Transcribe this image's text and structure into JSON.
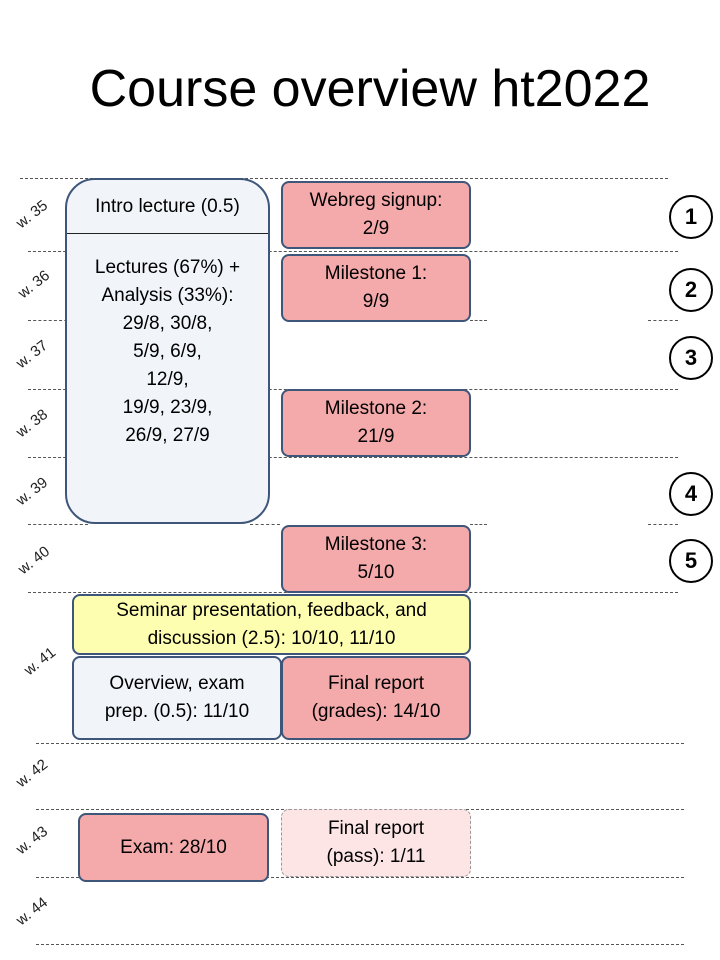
{
  "title": "Course overview ht2022",
  "weeks": [
    "w. 35",
    "w. 36",
    "w. 37",
    "w. 38",
    "w. 39",
    "w. 40",
    "w. 41",
    "w. 42",
    "w. 43",
    "w. 44"
  ],
  "big_block": {
    "intro": "Intro  lecture (0.5)",
    "lectures": [
      "Lectures (67%) +",
      "Analysis (33%):",
      "29/8, 30/8,",
      "5/9, 6/9,",
      "12/9,",
      "19/9, 23/9,",
      "26/9, 27/9"
    ]
  },
  "webreg": [
    "Webreg signup:",
    "2/9"
  ],
  "milestone1": [
    "Milestone 1:",
    "9/9"
  ],
  "milestone2": [
    "Milestone 2:",
    "21/9"
  ],
  "milestone3": [
    "Milestone 3:",
    "5/10"
  ],
  "seminar": [
    "Seminar presentation, feedback, and",
    "discussion (2.5): 10/10, 11/10"
  ],
  "overview": [
    "Overview, exam",
    "prep. (0.5): 11/10"
  ],
  "final_report_grades": [
    "Final report",
    "(grades):  14/10"
  ],
  "exam": "Exam:  28/10",
  "final_report_pass": [
    "Final report",
    "(pass):  1/11"
  ],
  "circles": [
    "1",
    "2",
    "3",
    "4",
    "5"
  ],
  "colors": {
    "milestone_fill": "#f4a9ab",
    "seminar_fill": "#fefeb1",
    "lecture_fill": "#f1f5fa",
    "pass_fill": "#fde5e6",
    "border": "#3d5679"
  }
}
